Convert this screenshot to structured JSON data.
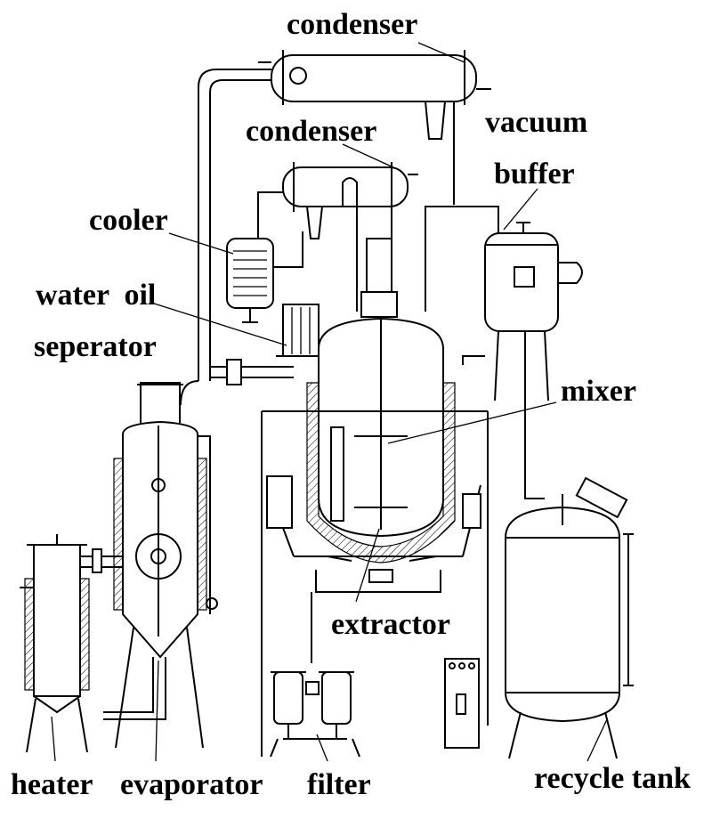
{
  "labels": {
    "condenser_top": "condenser",
    "condenser_mid": "condenser",
    "vacuum": "vacuum",
    "buffer": "buffer",
    "cooler": "cooler",
    "water_oil_line1": "water  oil",
    "water_oil_line2": "seperator",
    "mixer": "mixer",
    "extractor": "extractor",
    "heater": "heater",
    "evaporator": "evaporator",
    "filter": "filter",
    "recycle_tank": "recycle tank"
  }
}
